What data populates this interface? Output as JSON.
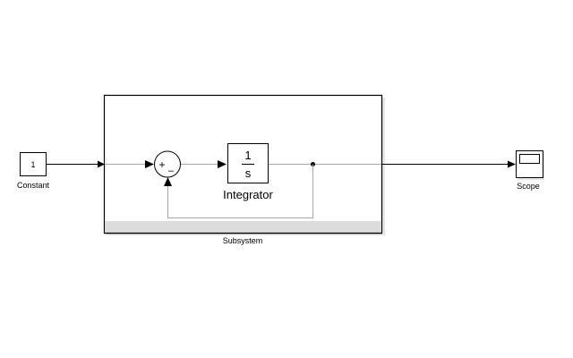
{
  "diagram": {
    "blocks": {
      "constant": {
        "value": "1",
        "label": "Constant"
      },
      "subsystem": {
        "label": "Subsystem"
      },
      "sum": {
        "plus": "+",
        "minus": "–"
      },
      "integrator": {
        "numerator": "1",
        "denominator": "s",
        "label": "Integrator"
      },
      "scope": {
        "label": "Scope"
      }
    },
    "colors": {
      "external_line": "#000000",
      "internal_line": "#a8a8a8",
      "subsystem_strip": "#dcdcdc"
    }
  }
}
